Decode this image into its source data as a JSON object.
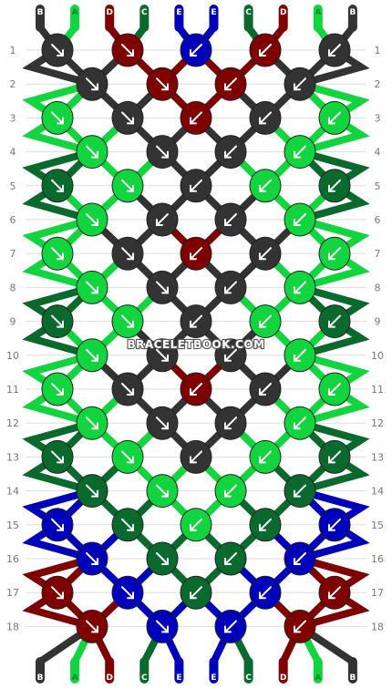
{
  "colors": {
    "B": "#333333",
    "A": "#11d43e",
    "D": "#7e0000",
    "C": "#0a6a2e",
    "E": "#0000bb"
  },
  "top_strings": [
    "B",
    "A",
    "D",
    "C",
    "E",
    "E",
    "C",
    "D",
    "A",
    "B"
  ],
  "bottom_strings": [
    "B",
    "A",
    "D",
    "C",
    "E",
    "E",
    "C",
    "D",
    "A",
    "B"
  ],
  "row_numbers": [
    "1",
    "2",
    "3",
    "4",
    "5",
    "6",
    "7",
    "8",
    "9",
    "10",
    "11",
    "12",
    "13",
    "14",
    "15",
    "16",
    "17",
    "18"
  ],
  "watermark": "BRACELETBOOK.COM",
  "knot_rows": [
    [
      "B",
      "D",
      "E",
      "D",
      "B"
    ],
    [
      "B",
      "D",
      "D",
      "B"
    ],
    [
      "A",
      "B",
      "D",
      "B",
      "A"
    ],
    [
      "A",
      "B",
      "B",
      "A"
    ],
    [
      "C",
      "A",
      "B",
      "A",
      "C"
    ],
    [
      "A",
      "B",
      "B",
      "A"
    ],
    [
      "A",
      "B",
      "D",
      "B",
      "A"
    ],
    [
      "A",
      "B",
      "B",
      "A"
    ],
    [
      "C",
      "A",
      "B",
      "A",
      "C"
    ],
    [
      "A",
      "B",
      "B",
      "A"
    ],
    [
      "A",
      "B",
      "D",
      "B",
      "A"
    ],
    [
      "A",
      "B",
      "B",
      "A"
    ],
    [
      "C",
      "A",
      "B",
      "A",
      "C"
    ],
    [
      "C",
      "A",
      "A",
      "C"
    ],
    [
      "E",
      "C",
      "A",
      "C",
      "E"
    ],
    [
      "E",
      "C",
      "C",
      "E"
    ],
    [
      "D",
      "E",
      "C",
      "E",
      "D"
    ],
    [
      "D",
      "E",
      "E",
      "D"
    ]
  ],
  "knot_dirs": [
    [
      "se",
      "se",
      "sw",
      "sw",
      "sw"
    ],
    [
      "se",
      "se",
      "sw",
      "sw"
    ],
    [
      "se",
      "se",
      "sw",
      "sw",
      "sw"
    ],
    [
      "se",
      "se",
      "sw",
      "sw"
    ],
    [
      "se",
      "se",
      "sw",
      "sw",
      "sw"
    ],
    [
      "se",
      "sw",
      "sw",
      "sw"
    ],
    [
      "se",
      "se",
      "sw",
      "sw",
      "sw"
    ],
    [
      "se",
      "se",
      "sw",
      "sw"
    ],
    [
      "se",
      "se",
      "sw",
      "sw",
      "sw"
    ],
    [
      "se",
      "se",
      "sw",
      "sw"
    ],
    [
      "se",
      "se",
      "sw",
      "sw",
      "sw"
    ],
    [
      "se",
      "se",
      "sw",
      "sw"
    ],
    [
      "se",
      "se",
      "sw",
      "sw",
      "sw"
    ],
    [
      "se",
      "se",
      "sw",
      "sw"
    ],
    [
      "se",
      "se",
      "sw",
      "sw",
      "sw"
    ],
    [
      "se",
      "se",
      "sw",
      "sw"
    ],
    [
      "se",
      "se",
      "sw",
      "sw",
      "sw"
    ],
    [
      "se",
      "se",
      "sw",
      "sw"
    ]
  ]
}
